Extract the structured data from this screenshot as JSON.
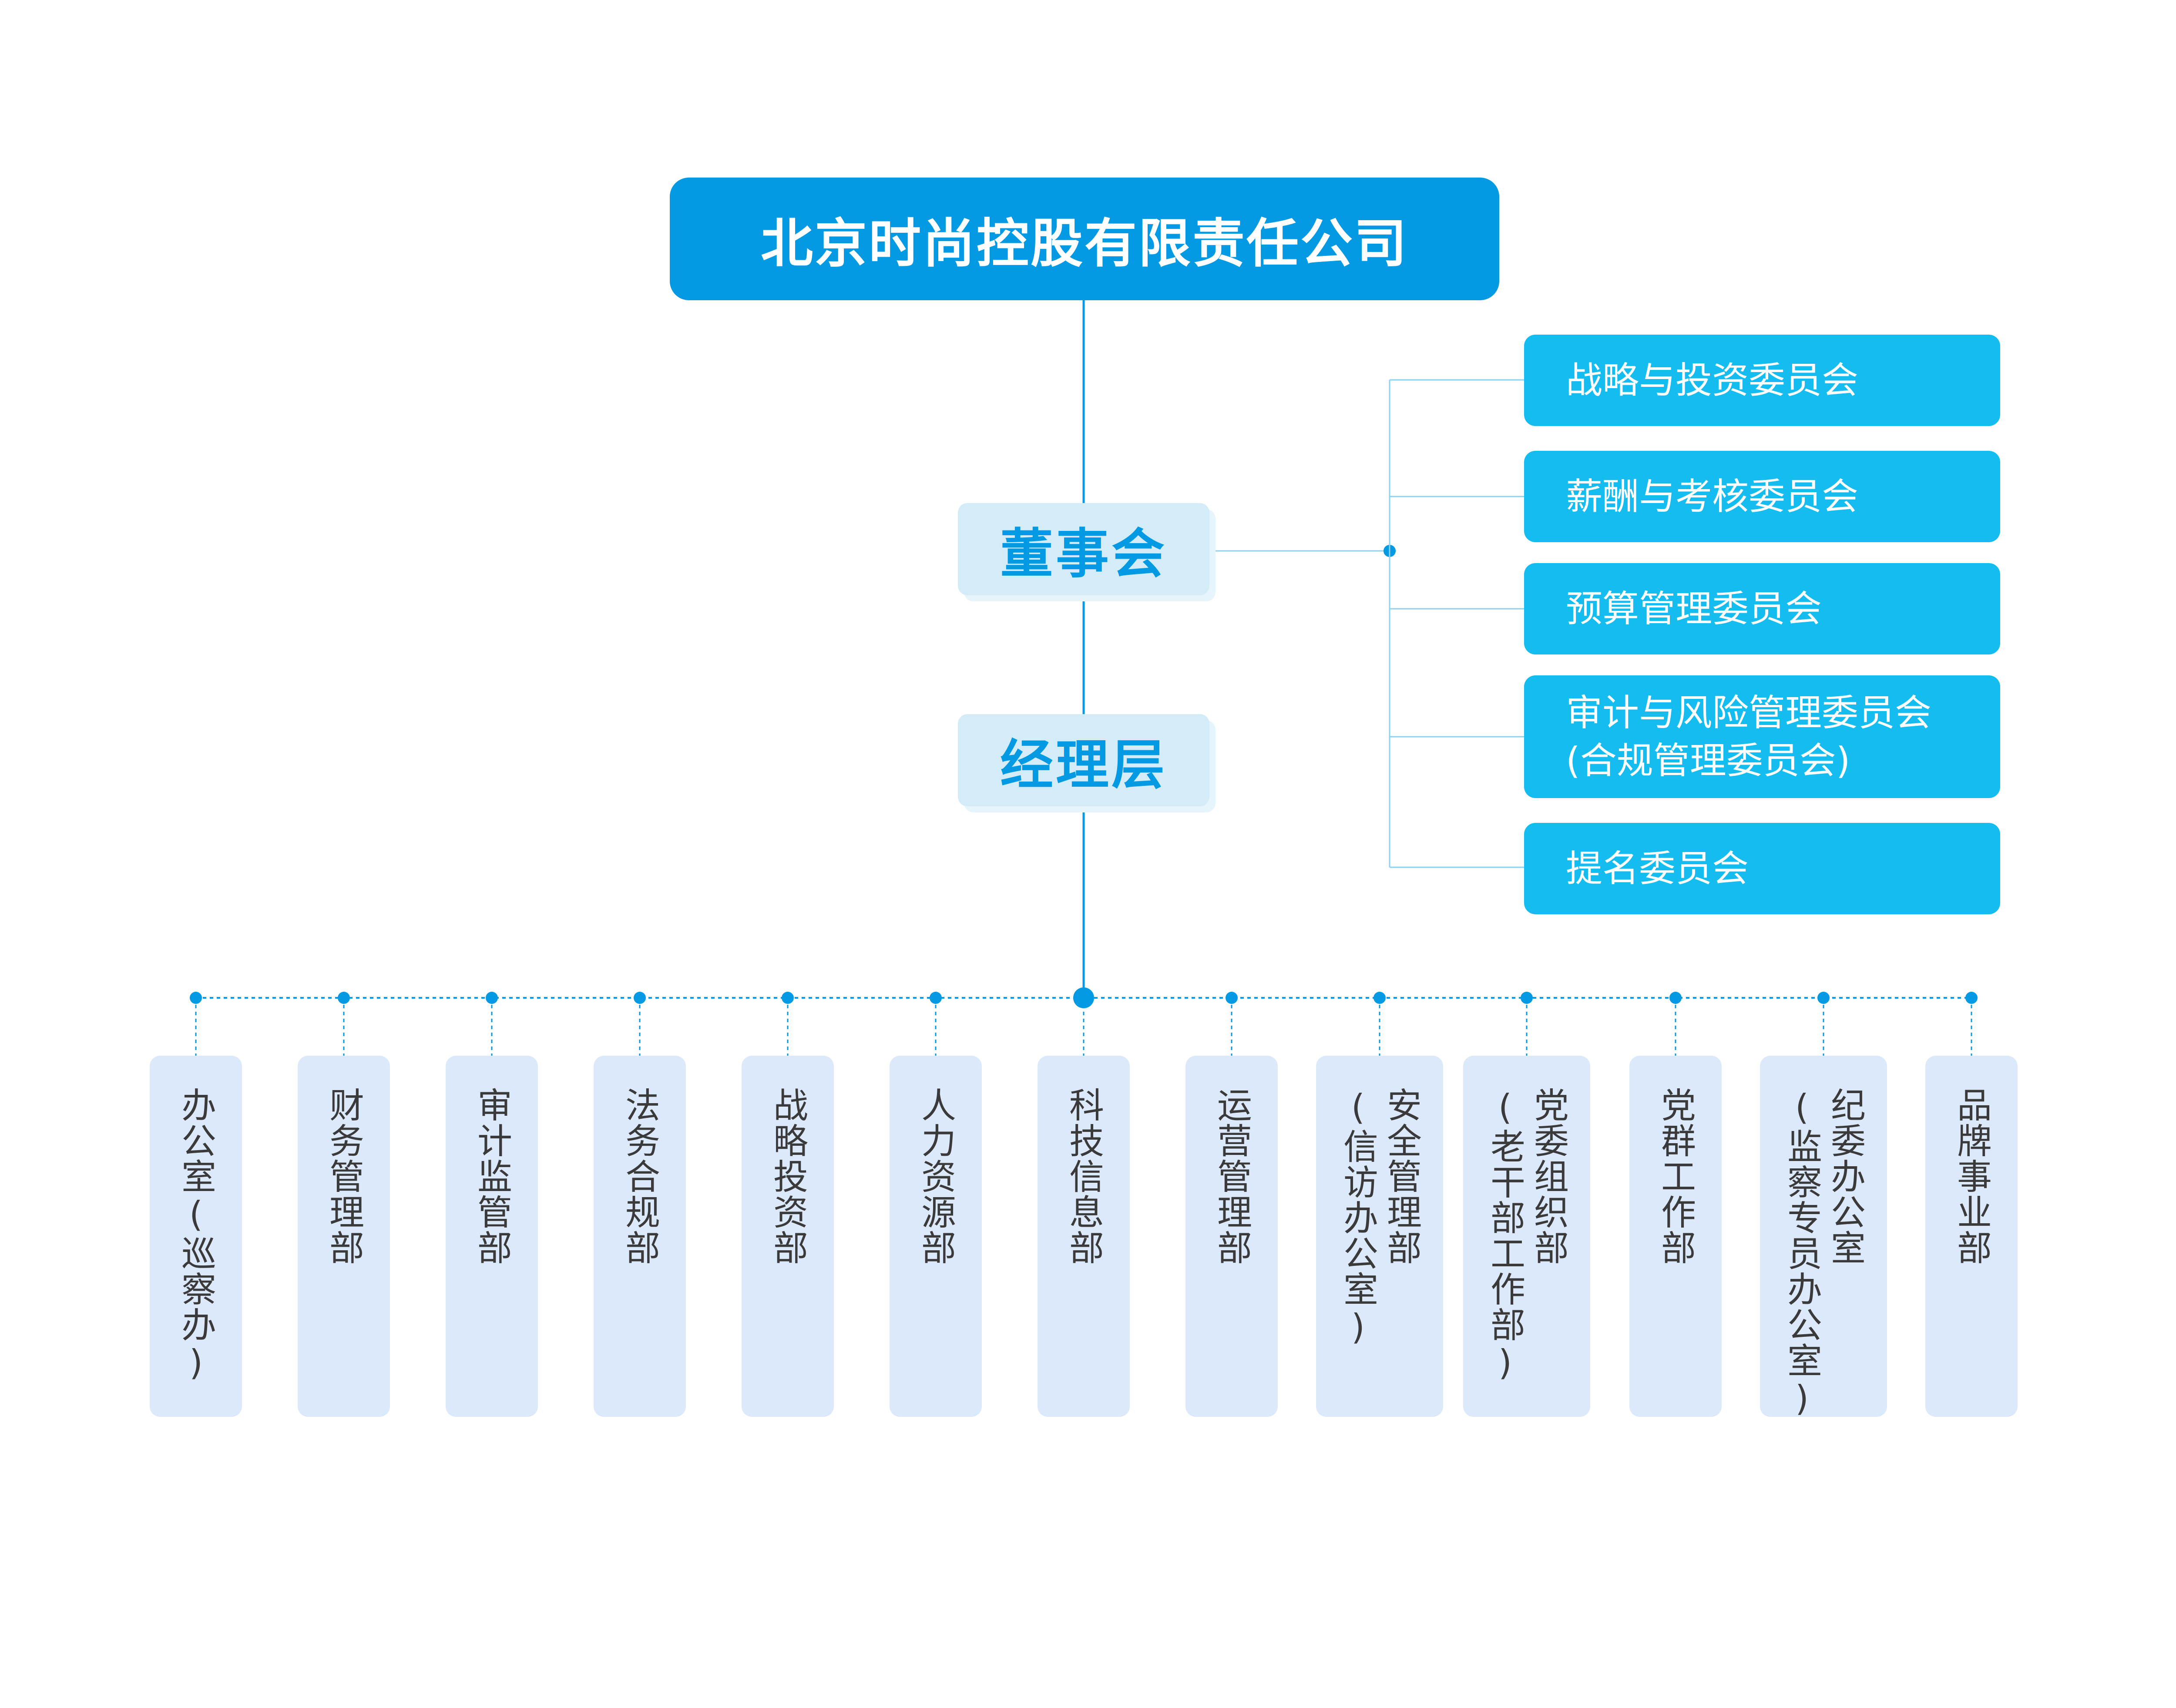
{
  "company": {
    "name": "北京时尚控股有限责任公司"
  },
  "board": {
    "name": "董事会"
  },
  "management": {
    "name": "经理层"
  },
  "committees": [
    {
      "lines": [
        "战略与投资委员会"
      ]
    },
    {
      "lines": [
        "薪酬与考核委员会"
      ]
    },
    {
      "lines": [
        "预算管理委员会"
      ]
    },
    {
      "lines": [
        "审计与风险管理委员会",
        "(合规管理委员会)"
      ]
    },
    {
      "lines": [
        "提名委员会"
      ]
    }
  ],
  "departments": [
    {
      "cols": [
        "办公室(巡察办)"
      ]
    },
    {
      "cols": [
        "财务管理部"
      ]
    },
    {
      "cols": [
        "审计监管部"
      ]
    },
    {
      "cols": [
        "法务合规部"
      ]
    },
    {
      "cols": [
        "战略投资部"
      ]
    },
    {
      "cols": [
        "人力资源部"
      ]
    },
    {
      "cols": [
        "科技信息部"
      ]
    },
    {
      "cols": [
        "运营管理部"
      ]
    },
    {
      "cols": [
        "安全管理部",
        "(信访办公室)"
      ]
    },
    {
      "cols": [
        "党委组织部",
        "(老干部工作部)"
      ]
    },
    {
      "cols": [
        "党群工作部"
      ]
    },
    {
      "cols": [
        "纪委办公室",
        "(监察专员办公室)"
      ]
    },
    {
      "cols": [
        "品牌事业部"
      ]
    }
  ],
  "colors": {
    "company_bg": "#0399e3",
    "layer_bg": "#d3ecf8",
    "layer_text": "#0399e3",
    "committee_bg": "#14bcf0",
    "department_bg": "#dce9fa",
    "connector": "#0399e3"
  }
}
